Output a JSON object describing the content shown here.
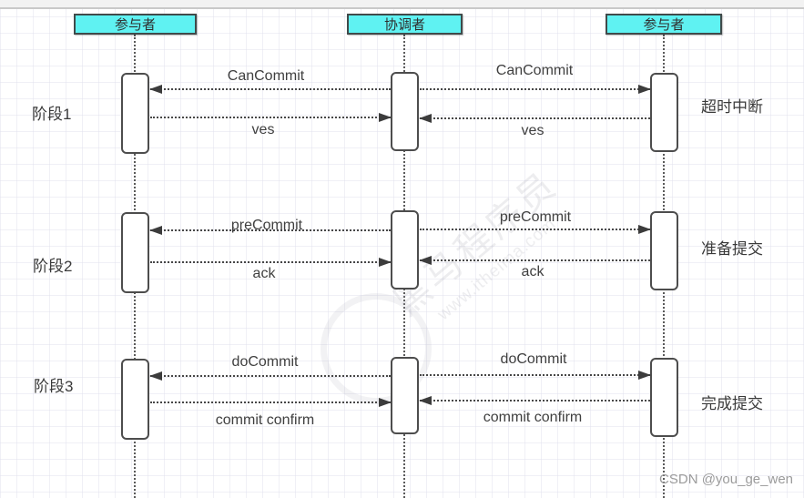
{
  "actors": {
    "left": "参与者",
    "center": "协调者",
    "right": "参与者"
  },
  "phases": [
    {
      "label": "阶段1",
      "note": "超时中断",
      "left_request": "CanCommit",
      "left_response": "ves",
      "right_request": "CanCommit",
      "right_response": "ves"
    },
    {
      "label": "阶段2",
      "note": "准备提交",
      "left_request": "preCommit",
      "left_response": "ack",
      "right_request": "preCommit",
      "right_response": "ack"
    },
    {
      "label": "阶段3",
      "note": "完成提交",
      "left_request": "doCommit",
      "left_response": "commit confirm",
      "right_request": "doCommit",
      "right_response": "commit confirm"
    }
  ],
  "watermark": {
    "brand": "黑马程序员",
    "url": "www.itheima.com"
  },
  "credit": "CSDN @you_ge_wen",
  "colors": {
    "actor_fill": "#5ff2f2",
    "actor_border": "#404a4a",
    "line": "#474747",
    "text": "#3f3f3f"
  }
}
